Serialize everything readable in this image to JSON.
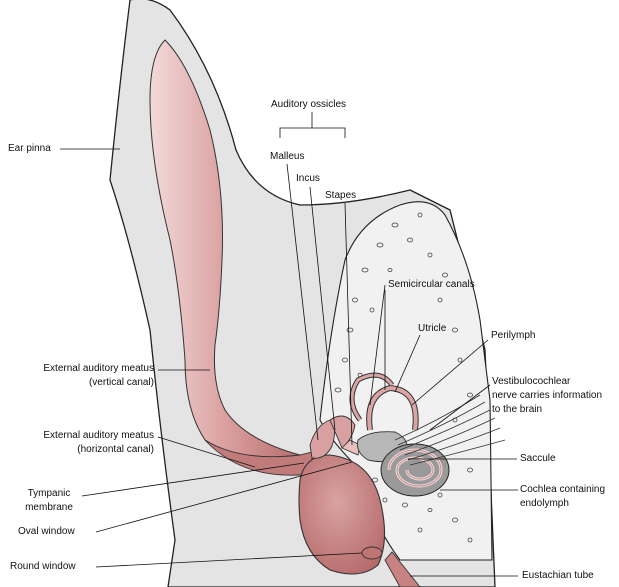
{
  "labels": {
    "auditory_ossicles": "Auditory ossicles",
    "malleus": "Malleus",
    "incus": "Incus",
    "stapes": "Stapes",
    "ear_pinna": "Ear pinna",
    "semicircular_canals": "Semicircular canals",
    "utricle": "Utricle",
    "perilymph": "Perilymph",
    "vestibulocochlear_line1": "Vestibulocochlear",
    "vestibulocochlear_line2": "nerve carries information",
    "vestibulocochlear_line3": "to the brain",
    "eam_vertical_line1": "External auditory meatus",
    "eam_vertical_line2": "(vertical canal)",
    "eam_horizontal_line1": "External auditory meatus",
    "eam_horizontal_line2": "(horizontal canal)",
    "saccule": "Saccule",
    "tympanic_line1": "Tympanic",
    "tympanic_line2": "membrane",
    "cochlea_line1": "Cochlea containing",
    "cochlea_line2": "endolymph",
    "oval_window": "Oval window",
    "round_window": "Round window",
    "eustachian_tube": "Eustachian tube"
  },
  "colors": {
    "skin_fill": "#e4e4e4",
    "outline": "#222222",
    "tissue_pink": "#c98282",
    "tissue_light": "#eccaca",
    "tissue_dark": "#a65a5a",
    "bone_fill": "#efefef",
    "cochlea_gray": "#9a9a9a"
  }
}
